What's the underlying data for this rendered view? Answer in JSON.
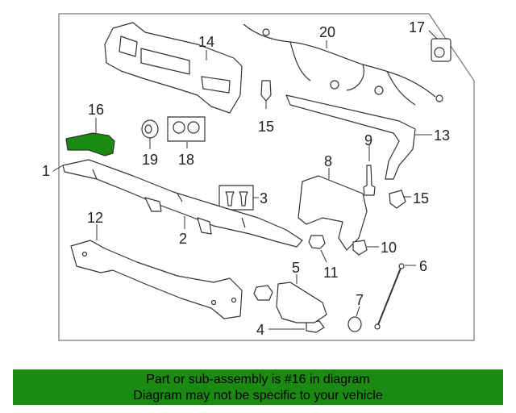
{
  "callouts": {
    "c1": "1",
    "c2": "2",
    "c3": "3",
    "c4": "4",
    "c5": "5",
    "c6": "6",
    "c7": "7",
    "c8": "8",
    "c9": "9",
    "c10": "10",
    "c11": "11",
    "c12": "12",
    "c13": "13",
    "c14": "14",
    "c15a": "15",
    "c15b": "15",
    "c16": "16",
    "c17": "17",
    "c18": "18",
    "c19": "19",
    "c20": "20"
  },
  "highlight_part": "16",
  "colors": {
    "highlight": "#1a8a12",
    "banner_bg": "#1a8a12",
    "line": "#333333"
  },
  "banner": {
    "line1": "Part or sub-assembly is #16 in diagram",
    "line2": "Diagram may not be specific to your vehicle"
  }
}
